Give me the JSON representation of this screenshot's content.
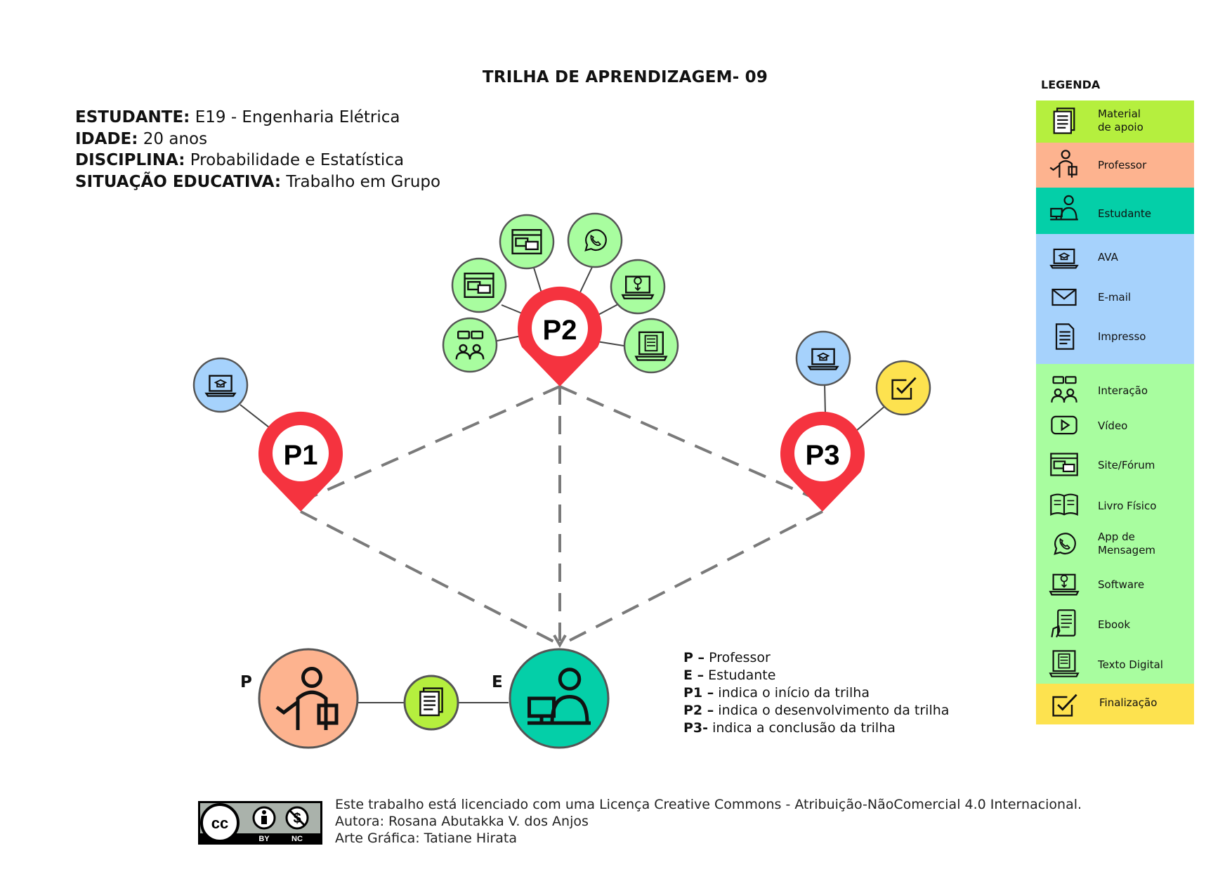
{
  "title": "TRILHA DE APRENDIZAGEM- 09",
  "student": {
    "estudante_label": "ESTUDANTE:",
    "estudante_value": "E19 - Engenharia Elétrica",
    "idade_label": "IDADE:",
    "idade_value": "20 anos",
    "disciplina_label": "DISCIPLINA:",
    "disciplina_value": "Probabilidade e Estatística",
    "situacao_label": "SITUAÇÃO EDUCATIVA:",
    "situacao_value": "Trabalho em Grupo"
  },
  "pins": {
    "p1": "P1",
    "p2": "P2",
    "p3": "P3"
  },
  "nodes": {
    "p_label": "P",
    "e_label": "E"
  },
  "notes": [
    {
      "key": "P –",
      "text": " Professor"
    },
    {
      "key": "E –",
      "text": " Estudante"
    },
    {
      "key": "P1 –",
      "text": " indica o início da trilha"
    },
    {
      "key": "P2 –",
      "text": " indica o desenvolvimento da trilha"
    },
    {
      "key": "P3-",
      "text": " indica a conclusão da trilha"
    }
  ],
  "legend": {
    "title": "LEGENDA",
    "items": [
      {
        "label": "Material\nde apoio",
        "icon": "document-stack-icon"
      },
      {
        "label": "Professor",
        "icon": "professor-icon"
      },
      {
        "label": "Estudante",
        "icon": "student-computer-icon"
      },
      {
        "label": "AVA",
        "icon": "laptop-graduation-icon"
      },
      {
        "label": "E-mail",
        "icon": "envelope-icon"
      },
      {
        "label": "Impresso",
        "icon": "printed-document-icon"
      },
      {
        "label": "Interação",
        "icon": "people-chat-icon"
      },
      {
        "label": "Vídeo",
        "icon": "play-button-icon"
      },
      {
        "label": "Site/Fórum",
        "icon": "browser-chat-icon"
      },
      {
        "label": "Livro Físico",
        "icon": "open-book-icon"
      },
      {
        "label": "App de\nMensagem",
        "icon": "whatsapp-icon"
      },
      {
        "label": "Software",
        "icon": "laptop-download-icon"
      },
      {
        "label": "Ebook",
        "icon": "tablet-reader-icon"
      },
      {
        "label": "Texto Digital",
        "icon": "laptop-text-icon"
      },
      {
        "label": "Finalização",
        "icon": "checkbox-icon"
      }
    ]
  },
  "colors": {
    "pin_red": "#f5333f",
    "line_gray": "#7a7a7a",
    "lime": "#b5ef3e",
    "orange": "#fdb38f",
    "teal": "#04cfa8",
    "blue": "#a6d2fc",
    "green": "#a8fd9f",
    "yellow": "#fde24f"
  },
  "footer": {
    "line1": "Este trabalho está licenciado com uma Licença Creative Commons - Atribuição-NãoComercial 4.0 Internacional.",
    "line2": "Autora: Rosana Abutakka V. dos Anjos",
    "line3": "Arte Gráfica: Tatiane Hirata",
    "badge_cc": "cc",
    "badge_by": "BY",
    "badge_nc": "NC"
  }
}
